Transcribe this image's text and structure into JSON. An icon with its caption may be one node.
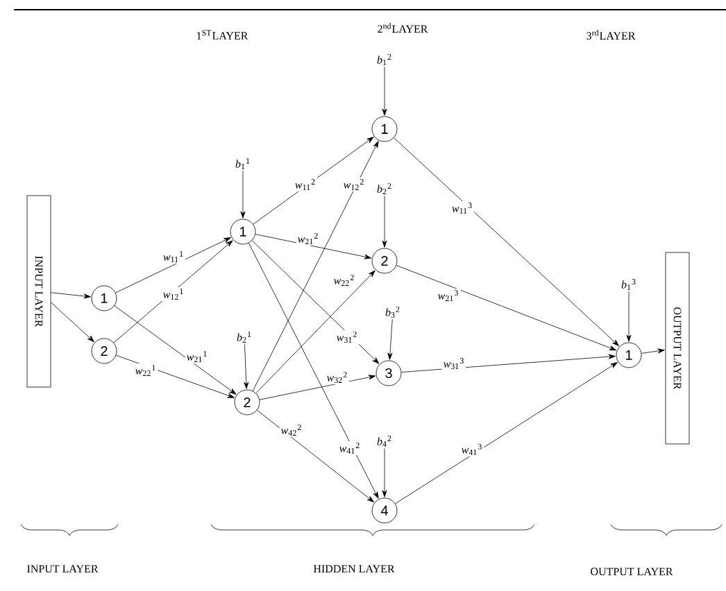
{
  "diagram": {
    "nodes": [
      {
        "text": [
          "INPUT LAYER"
        ]
      },
      {
        "text": [
          "1"
        ]
      },
      {
        "text": [
          "2"
        ]
      },
      {
        "text": [
          "1"
        ]
      },
      {
        "text": [
          "2"
        ]
      },
      {
        "text": [
          "1"
        ]
      },
      {
        "text": [
          "2"
        ]
      },
      {
        "text": [
          "3"
        ]
      },
      {
        "text": [
          "4"
        ]
      },
      {
        "text": [
          "1"
        ]
      },
      {
        "text": [
          "OUTPUT LAYER"
        ]
      },
      {
        "text": [
          "*b*$_{1}$$^{1}$"
        ]
      },
      {
        "text": [
          "*b*$_{2}$$^{1}$"
        ]
      },
      {
        "text": [
          "*b*$_{1}$$^{2}$"
        ]
      },
      {
        "text": [
          "*b*$_{2}$$^{2}$"
        ]
      },
      {
        "text": [
          "*b*$_{3}$$^{2}$"
        ]
      },
      {
        "text": [
          "*b*$_{4}$$^{2}$"
        ]
      },
      {
        "text": [
          "*b*$_{1}$$^{3}$"
        ]
      }
    ],
    "edges": [
      {
        "from": 0,
        "to": 1,
        "arrow": "to"
      },
      {
        "from": 0,
        "to": 2,
        "arrow": "to"
      },
      {
        "from": 1,
        "to": 3,
        "arrow": "to",
        "label": "*w*$_{11}$$^{1}$"
      },
      {
        "from": 2,
        "to": 3,
        "arrow": "to",
        "label": "*w*$_{12}$$^{1}$"
      },
      {
        "from": 1,
        "to": 4,
        "arrow": "to",
        "label": "*w*$_{21}$$^{1}$"
      },
      {
        "from": 2,
        "to": 4,
        "arrow": "to",
        "label": "*w*$_{22}$$^{1}$"
      },
      {
        "from": 3,
        "to": 5,
        "arrow": "to",
        "label": "*w*$_{11}$$^{2}$"
      },
      {
        "from": 4,
        "to": 5,
        "arrow": "to",
        "label": "*w*$_{12}$$^{2}$"
      },
      {
        "from": 3,
        "to": 6,
        "arrow": "to",
        "label": "*w*$_{21}$$^{2}$"
      },
      {
        "from": 4,
        "to": 6,
        "arrow": "to",
        "label": "*w*$_{22}$$^{2}$"
      },
      {
        "from": 3,
        "to": 7,
        "arrow": "to",
        "label": "*w*$_{31}$$^{2}$"
      },
      {
        "from": 4,
        "to": 7,
        "arrow": "to",
        "label": "*w*$_{32}$$^{2}$"
      },
      {
        "from": 3,
        "to": 8,
        "arrow": "to",
        "label": "*w*$_{41}$$^{2}$"
      },
      {
        "from": 4,
        "to": 8,
        "arrow": "to",
        "label": "*w*$_{42}$$^{2}$"
      },
      {
        "from": 5,
        "to": 9,
        "arrow": "to",
        "label": "*w*$_{11}$$^{3}$"
      },
      {
        "from": 6,
        "to": 9,
        "arrow": "to",
        "label": "*w*$_{21}$$^{3}$"
      },
      {
        "from": 7,
        "to": 9,
        "arrow": "to",
        "label": "*w*$_{31}$$^{3}$"
      },
      {
        "from": 8,
        "to": 9,
        "arrow": "to",
        "label": "*w*$_{41}$$^{3}$"
      },
      {
        "from": 9,
        "to": 10,
        "arrow": "to"
      },
      {
        "from": 11,
        "to": 3,
        "arrow": "to"
      },
      {
        "from": 12,
        "to": 4,
        "arrow": "to"
      },
      {
        "from": 13,
        "to": 5,
        "arrow": "to"
      },
      {
        "from": 14,
        "to": 6,
        "arrow": "to"
      },
      {
        "from": 15,
        "to": 7,
        "arrow": "to"
      },
      {
        "from": 16,
        "to": 8,
        "arrow": "to"
      },
      {
        "from": 17,
        "to": 9,
        "arrow": "to"
      }
    ],
    "labels": [
      "1$^{ST}$LAYER",
      "2$^{nd}$LAYER",
      "3$^{rd}$LAYER",
      "INPUT LAYER",
      "HIDDEN LAYER",
      "OUTPUT LAYER"
    ]
  }
}
